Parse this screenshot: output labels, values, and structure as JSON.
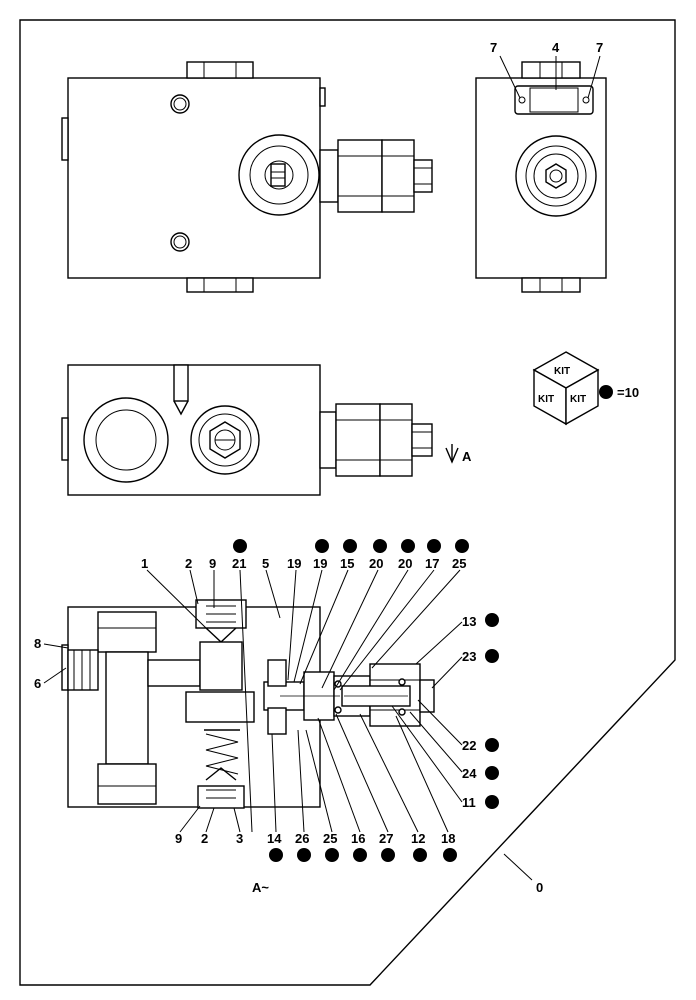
{
  "kit_box": {
    "kit_top": "KIT",
    "kit_left": "KIT",
    "kit_right": "KIT",
    "legend_text": "=10"
  },
  "view_marks": {
    "section_arrow": "A",
    "view_label": "A~"
  },
  "callouts": {
    "top_right": [
      "7",
      "4",
      "7"
    ],
    "section_top": [
      "1",
      "2",
      "9",
      "21",
      "5",
      "19",
      "19",
      "15",
      "20",
      "20",
      "17",
      "25"
    ],
    "section_left": [
      "8",
      "6"
    ],
    "section_right": [
      "13",
      "23",
      "22",
      "24",
      "11"
    ],
    "section_bottom": [
      "9",
      "2",
      "3",
      "14",
      "26",
      "25",
      "16",
      "27",
      "12",
      "18"
    ],
    "assembly": "0"
  },
  "kit_marked_parts": [
    "21",
    "19",
    "15",
    "20",
    "20",
    "17",
    "25",
    "13",
    "23",
    "22",
    "24",
    "11",
    "14",
    "26",
    "25",
    "16",
    "27",
    "12",
    "18"
  ]
}
